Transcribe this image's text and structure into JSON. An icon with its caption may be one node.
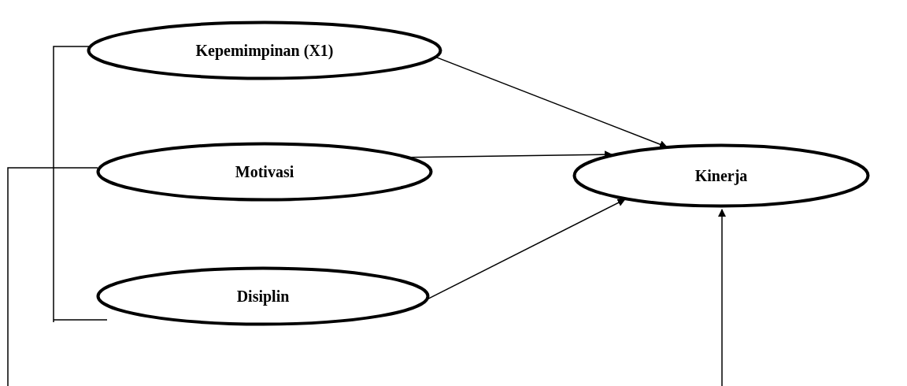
{
  "diagram": {
    "nodes": [
      {
        "text": [
          "Kepemimpinan (X1)"
        ]
      },
      {
        "text": [
          "Motivasi"
        ]
      },
      {
        "text": [
          "Disiplin"
        ]
      },
      {
        "text": [
          "Kinerja"
        ]
      }
    ],
    "edges": [
      {
        "from": 0,
        "to": 3,
        "arrow": "to"
      },
      {
        "from": 1,
        "to": 3,
        "arrow": "to"
      },
      {
        "from": 2,
        "to": 3,
        "arrow": "to"
      },
      {
        "from": 0,
        "to": 2,
        "arrow": "none"
      },
      {
        "from": 1,
        "to": null,
        "arrow": "none"
      },
      {
        "from": null,
        "to": 3,
        "arrow": "to"
      }
    ]
  }
}
